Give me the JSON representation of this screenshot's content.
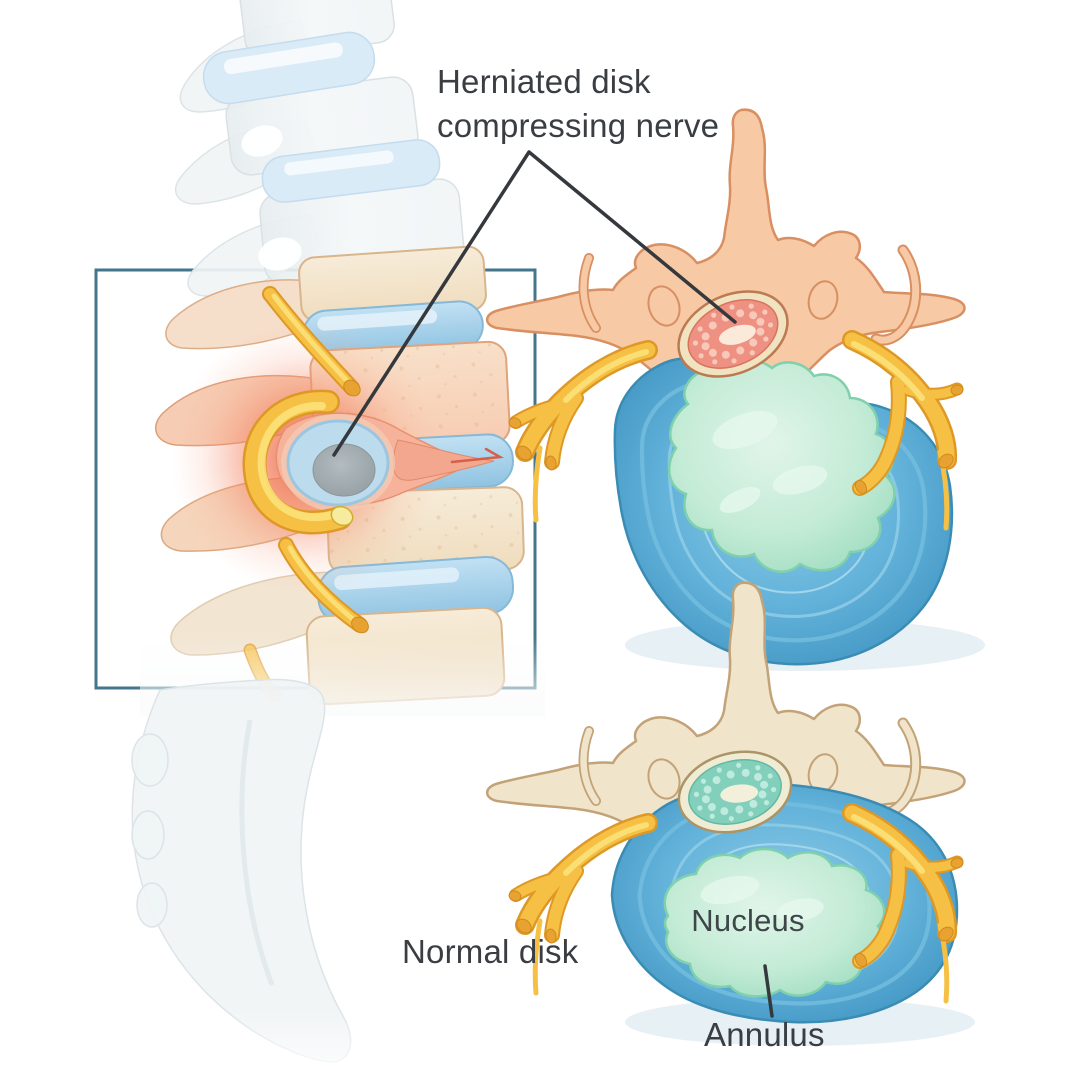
{
  "figure": {
    "type": "medical-illustration",
    "subject": "Herniated disk compressing nerve - spine side view with herniated and normal disk cross-sections"
  },
  "annotations": {
    "herniated": {
      "line1": "Herniated disk",
      "line2": "compressing nerve"
    },
    "normal_disk": "Normal disk",
    "nucleus": "Nucleus",
    "annulus": "Annulus"
  },
  "colors": {
    "background": "#ffffff",
    "label_text": "#3a3e42",
    "pointer_line": "#35393d",
    "zoom_box_border": "#44758c",
    "bone_faded": "#f1f4f5",
    "bone_cream": "#f4e7d2",
    "bone_peach": "#f7c9a4",
    "disk_blue": "#a9d2ea",
    "annulus_blue": "#4da6d0",
    "nucleus_mint": "#c3ebd6",
    "nerve_yellow": "#f6c044",
    "inflamed_red": "#f0755a",
    "cord_compressed_red": "#ee9183",
    "cord_normal_teal": "#82cfbc"
  }
}
